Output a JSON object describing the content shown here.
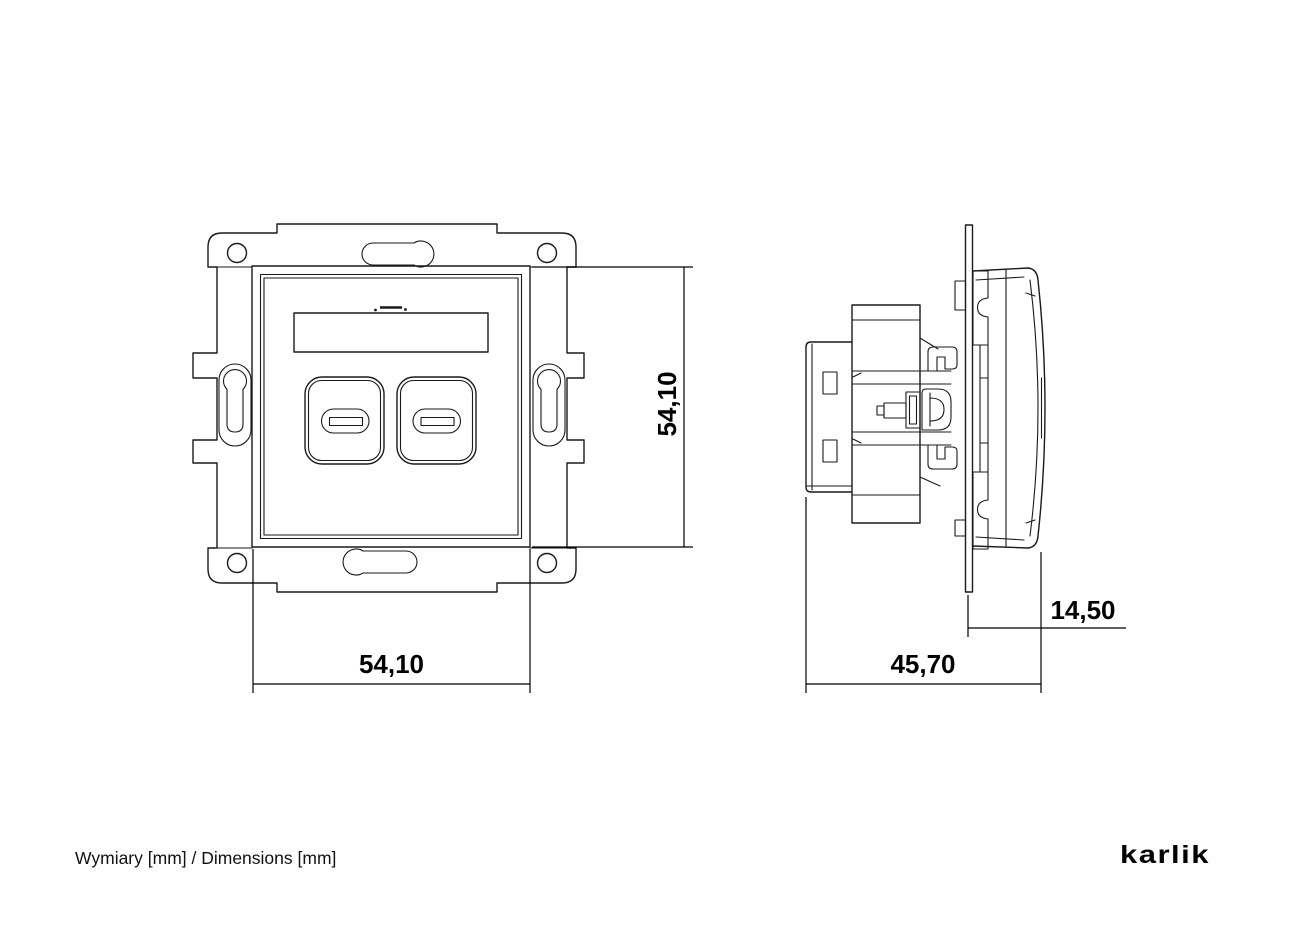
{
  "caption": "Wymiary [mm] / Dimensions [mm]",
  "brand": "karlik",
  "front_view": {
    "width_mm": "54,10",
    "height_mm": "54,10"
  },
  "side_view": {
    "depth_mm": "45,70",
    "protrusion_mm": "14,50"
  }
}
